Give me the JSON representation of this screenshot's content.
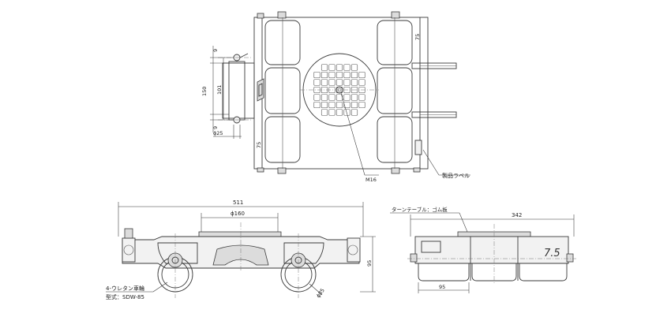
{
  "top_view": {
    "dim_9_top": "9",
    "dim_150": "150",
    "dim_101": "101",
    "dim_9_bottom": "9",
    "dim_phi25": "ϕ25",
    "label_m16": "M16",
    "label_product_label": "製品ラベル",
    "logo_text": "75"
  },
  "front_view": {
    "dim_511": "511",
    "dim_phi160": "ϕ160",
    "dim_95": "95",
    "dim_phi85": "ϕ85",
    "label_wheels": "4-ウレタン車輪",
    "label_model": "型式：SDW-85"
  },
  "side_view": {
    "label_turntable": "ターンテーブル：ゴム板",
    "dim_342": "342",
    "dim_95": "95",
    "capacity_marking": "7.5"
  }
}
